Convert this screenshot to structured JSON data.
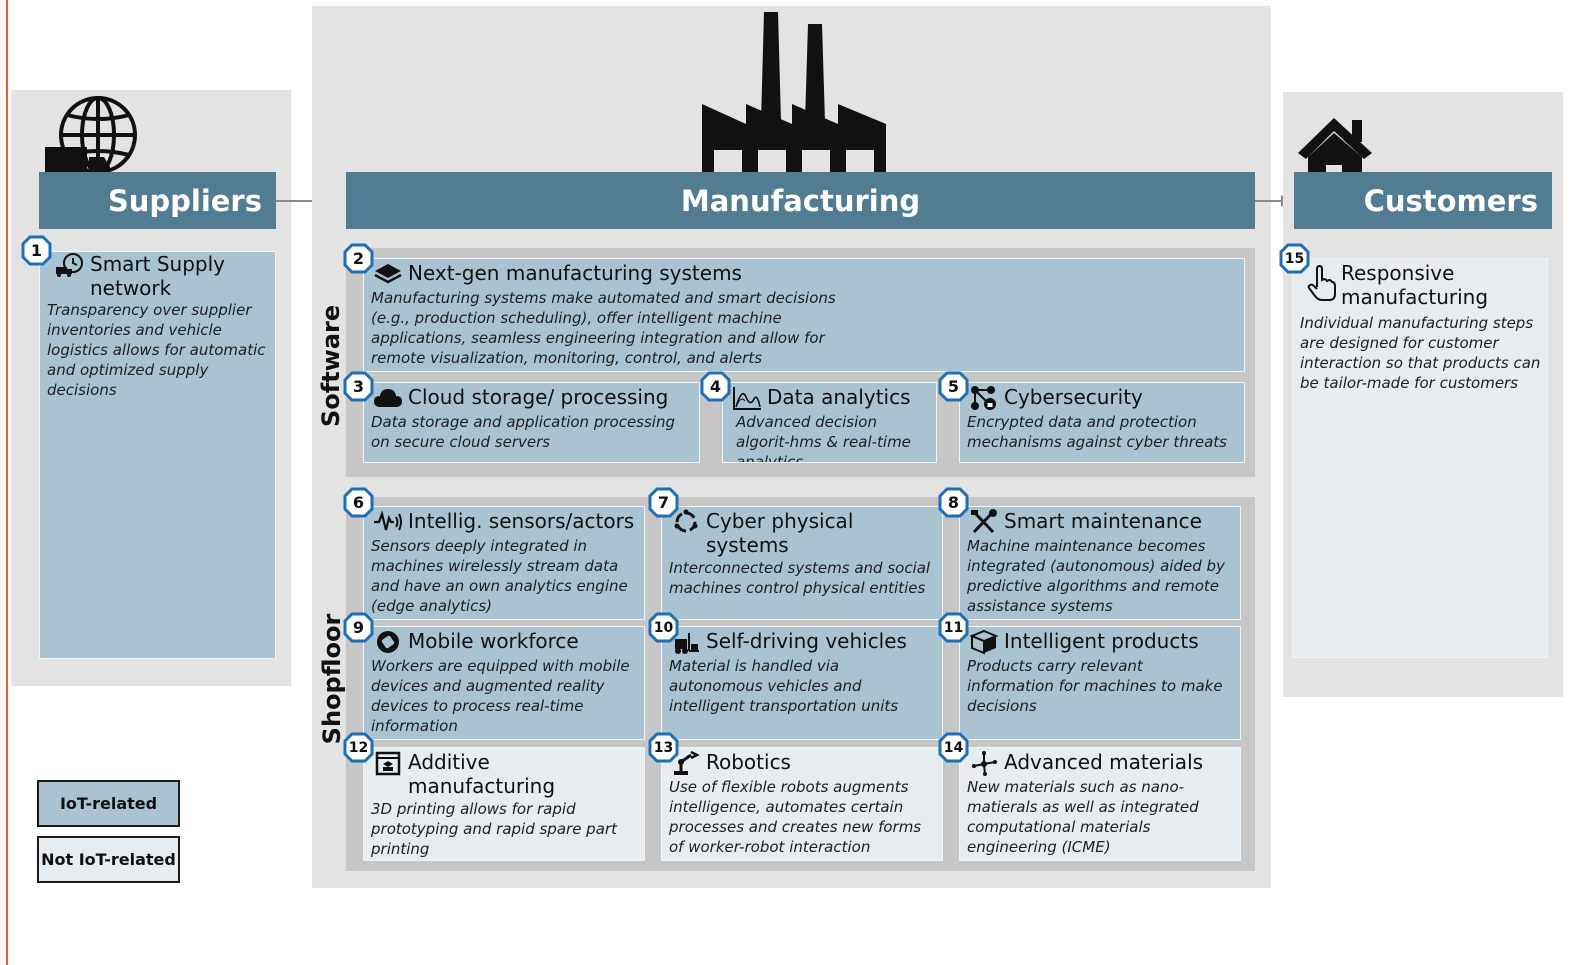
{
  "columns": {
    "suppliers": {
      "label": "Suppliers"
    },
    "manufacturing": {
      "label": "Manufacturing"
    },
    "customers": {
      "label": "Customers"
    }
  },
  "groups": {
    "software": {
      "label": "Software"
    },
    "shopfloor": {
      "label": "Shopfloor"
    }
  },
  "cards": [
    {
      "num": "1",
      "title": "Smart Supply network",
      "desc": "Transparency over supplier inventories and vehicle logistics allows for automatic and optimized supply decisions",
      "iot": true,
      "icon": "clock-truck-icon"
    },
    {
      "num": "2",
      "title": "Next-gen manufacturing systems",
      "desc": "Manufacturing systems make automated and smart decisions (e.g., production scheduling), offer intelligent machine applications, seamless engineering integration and allow for remote visualization, monitoring, control, and alerts",
      "iot": true,
      "icon": "layers-icon"
    },
    {
      "num": "3",
      "title": "Cloud storage/ processing",
      "desc": "Data storage and application processing on secure cloud servers",
      "iot": true,
      "icon": "cloud-icon"
    },
    {
      "num": "4",
      "title": "Data analytics",
      "desc": "Advanced decision algorit-hms & real-time analytics",
      "iot": true,
      "icon": "chart-icon"
    },
    {
      "num": "5",
      "title": "Cybersecurity",
      "desc": "Encrypted data and protection mechanisms against cyber threats",
      "iot": true,
      "icon": "network-lock-icon"
    },
    {
      "num": "6",
      "title": "Intellig. sensors/actors",
      "desc": "Sensors deeply integrated in machines wirelessly stream data and have an own analytics engine (edge analytics)",
      "iot": true,
      "icon": "signal-icon"
    },
    {
      "num": "7",
      "title": "Cyber physical systems",
      "desc": "Interconnected systems and social machines control physical entities",
      "iot": true,
      "icon": "cycle-icon"
    },
    {
      "num": "8",
      "title": "Smart maintenance",
      "desc": "Machine maintenance becomes integrated (autonomous) aided by predictive algorithms and remote assistance systems",
      "iot": true,
      "icon": "tools-icon"
    },
    {
      "num": "9",
      "title": "Mobile workforce",
      "desc": "Workers are equipped with mobile devices and augmented reality devices to process real-time information",
      "iot": true,
      "icon": "device-icon"
    },
    {
      "num": "10",
      "title": "Self-driving vehicles",
      "desc": "Material is handled via autonomous vehicles and intelligent transportation units",
      "iot": true,
      "icon": "forklift-icon"
    },
    {
      "num": "11",
      "title": "Intelligent products",
      "desc": "Products carry relevant information for machines to make decisions",
      "iot": true,
      "icon": "box-icon"
    },
    {
      "num": "12",
      "title": "Additive manufacturing",
      "desc": "3D printing allows for rapid prototyping and rapid spare part printing",
      "iot": false,
      "icon": "printer-3d-icon"
    },
    {
      "num": "13",
      "title": "Robotics",
      "desc": "Use of flexible robots augments intelligence, automates certain processes and creates new forms of worker-robot interaction",
      "iot": false,
      "icon": "robot-arm-icon"
    },
    {
      "num": "14",
      "title": "Advanced materials",
      "desc": "New materials such as nano-matierals as well as integrated computational materials engineering (ICME)",
      "iot": false,
      "icon": "molecule-icon"
    },
    {
      "num": "15",
      "title": "Responsive manufacturing",
      "desc": "Individual manufacturing steps are designed for customer interaction so that products can be tailor-made for customers",
      "iot": false,
      "icon": "hand-pointer-icon"
    }
  ],
  "legend": {
    "iot": "IoT-related",
    "non_iot": "Not IoT-related"
  },
  "colors": {
    "header": "#527c91",
    "iot_card": "#a9c4d0",
    "non_iot_card": "#e6ecef",
    "badge_border": "#1f6fb7",
    "panel": "#e3e3e3",
    "group": "#c6c6c6"
  }
}
